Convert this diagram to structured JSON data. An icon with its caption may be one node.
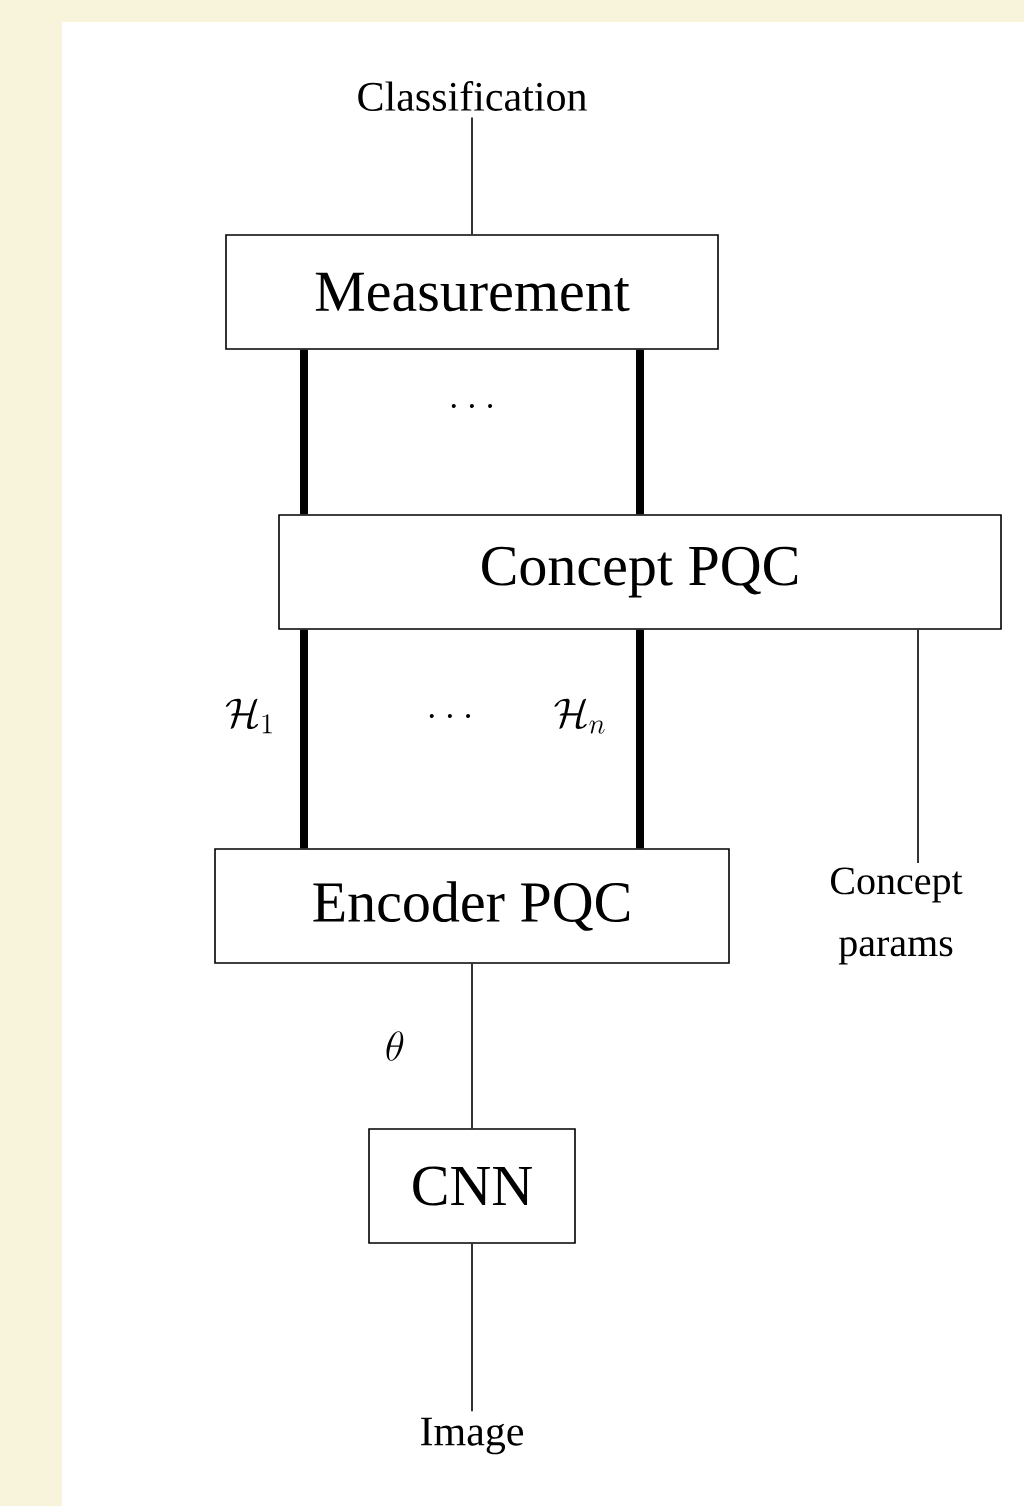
{
  "diagram": {
    "nodes": [
      {
        "text": [
          "Classification"
        ]
      },
      {
        "text": [
          "Measurement"
        ]
      },
      {
        "text": [
          "Concept PQC"
        ]
      },
      {
        "text": [
          "Encoder PQC"
        ]
      },
      {
        "text": [
          "CNN"
        ]
      },
      {
        "text": [
          "Image"
        ]
      },
      {
        "text": [
          "Concept params"
        ]
      }
    ],
    "edges": [
      {
        "from": 0,
        "to": 1,
        "arrow": "none"
      },
      {
        "from": 1,
        "to": 2,
        "arrow": "none",
        "style": "thick"
      },
      {
        "from": 1,
        "to": 2,
        "arrow": "none",
        "style": "thick"
      },
      {
        "from": 2,
        "to": 3,
        "arrow": "none",
        "style": "thick"
      },
      {
        "from": 2,
        "to": 3,
        "arrow": "none",
        "style": "thick"
      },
      {
        "from": 3,
        "to": 4,
        "arrow": "none",
        "label": "\\theta"
      },
      {
        "from": 4,
        "to": 5,
        "arrow": "none"
      },
      {
        "from": 2,
        "to": 6,
        "arrow": "none"
      }
    ],
    "labels": [
      "\\ldots",
      "\\mathcal{H}_1",
      "\\ldots",
      "\\mathcal{H}_n"
    ]
  }
}
